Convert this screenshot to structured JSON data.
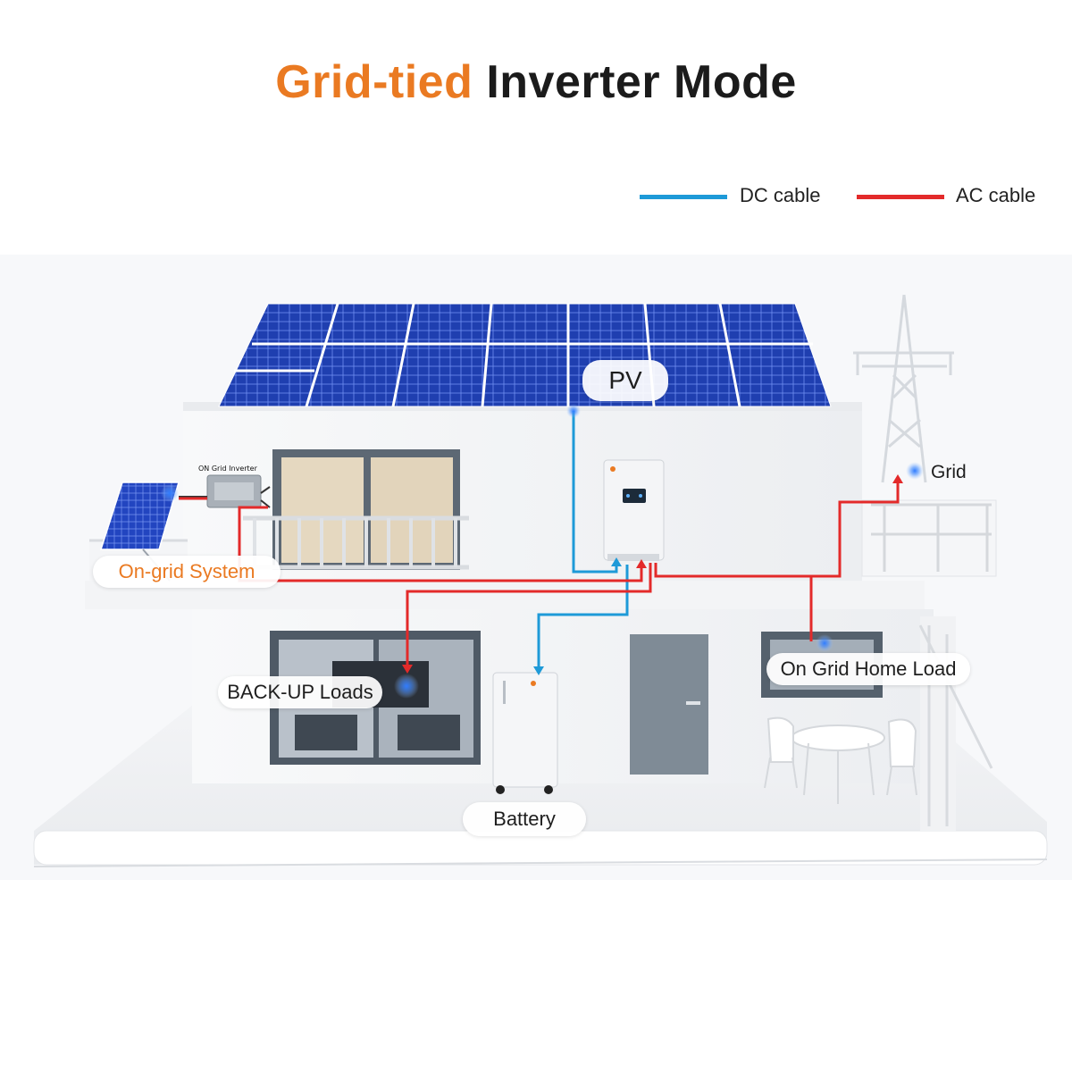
{
  "title": {
    "accent": "Grid-tied",
    "rest": "Inverter Mode"
  },
  "legend": {
    "items": [
      {
        "label": "DC cable",
        "color": "#1e9ad8"
      },
      {
        "label": "AC cable",
        "color": "#e32a2a"
      }
    ]
  },
  "labels": {
    "pv": "PV",
    "grid": "Grid",
    "on_grid_inverter": "ON Grid Inverter",
    "on_grid_system": "On-grid System",
    "backup_loads": "BACK-UP Loads",
    "on_grid_home_load": "On Grid Home Load",
    "battery": "Battery"
  },
  "colors": {
    "dc_cable": "#1e9ad8",
    "ac_cable": "#e32a2a",
    "title_accent": "#ea7a22",
    "solar_panel": "#1f3fb0",
    "on_grid_system_label": "#ea7a22"
  }
}
